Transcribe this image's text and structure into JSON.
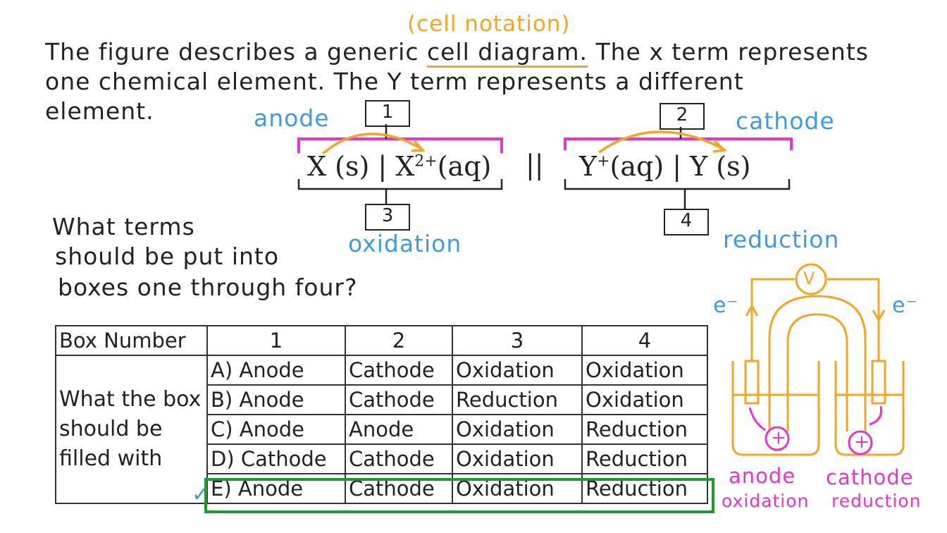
{
  "header": {
    "annotation": "(cell notation)",
    "line1_a": "The figure describes a generic",
    "line1_term": "cell diagram.",
    "line1_b": "The x term represents",
    "line2": "one chemical element.  The Y term represents a different",
    "line3": "element."
  },
  "notation": {
    "left": "X (s) | X",
    "left_sup": "2+",
    "left_end": "(aq)",
    "salt_bridge": "||",
    "right": "Y",
    "right_sup": "+",
    "right_end": "(aq) | Y (s)"
  },
  "boxes": {
    "box1": "1",
    "box2": "2",
    "box3": "3",
    "box4": "4"
  },
  "annotations": {
    "anode": "anode",
    "cathode": "cathode",
    "oxidation": "oxidation",
    "reduction": "reduction"
  },
  "question": {
    "line1": "What terms",
    "line2": "should be put into",
    "line3": "boxes one through four?"
  },
  "table": {
    "header": [
      "Box Number",
      "1",
      "2",
      "3",
      "4"
    ],
    "row_label": "What the box should be filled with",
    "rows": [
      [
        "A) Anode",
        "Cathode",
        "Oxidation",
        "Oxidation"
      ],
      [
        "B) Anode",
        "Cathode",
        "Reduction",
        "Oxidation"
      ],
      [
        "C) Anode",
        "Anode",
        "Oxidation",
        "Reduction"
      ],
      [
        "D) Cathode",
        "Cathode",
        "Oxidation",
        "Reduction"
      ],
      [
        "E) Anode",
        "Cathode",
        "Oxidation",
        "Reduction"
      ]
    ],
    "checkmark": "✓"
  },
  "diagram": {
    "voltmeter": "V",
    "electron_left": "e⁻",
    "electron_right": "e⁻",
    "plus_left": "+",
    "plus_right": "+",
    "label_anode": "anode",
    "label_oxidation": "oxidation",
    "label_cathode": "cathode",
    "label_reduction": "reduction"
  },
  "colors": {
    "orange": "#f2a623",
    "blue": "#3d9be0",
    "magenta": "#e636c9",
    "green": "#1f9a2f",
    "ink": "#222222"
  }
}
